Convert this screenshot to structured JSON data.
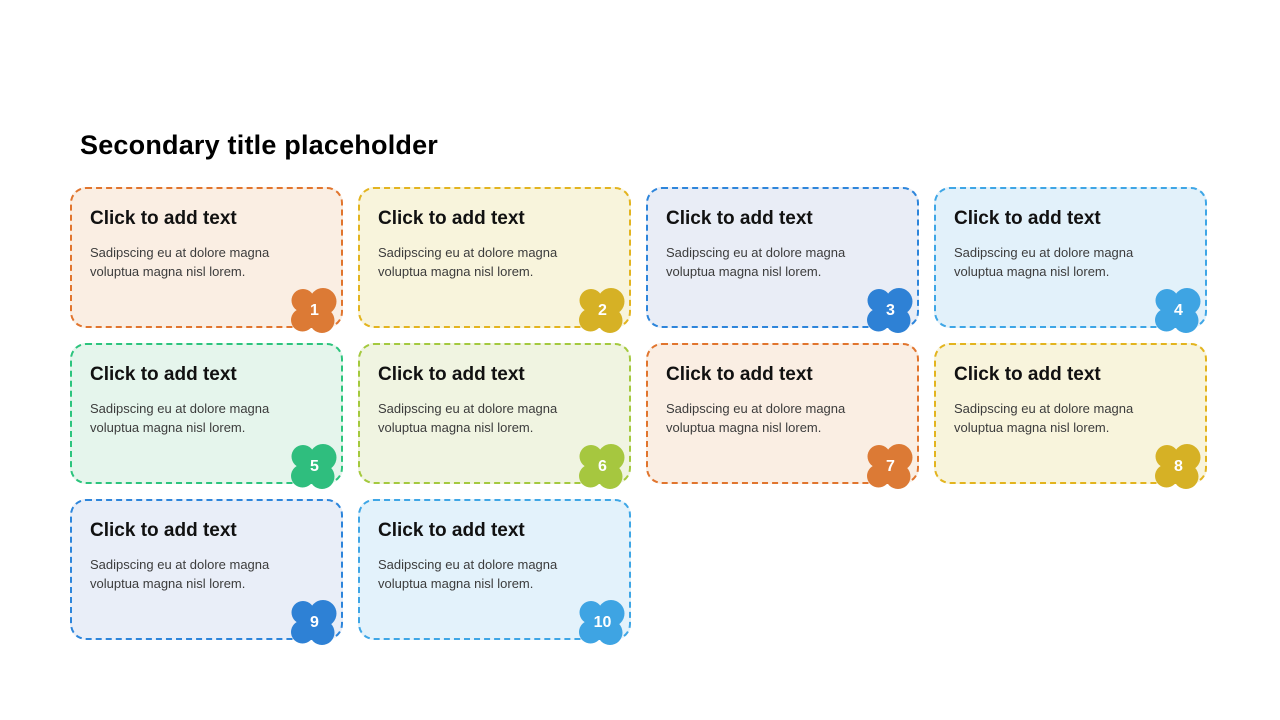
{
  "header": {
    "title": "Secondary title placeholder"
  },
  "cards": [
    {
      "number": "1",
      "heading": "Click to add text",
      "body": "Sadipscing eu at dolore magna voluptua magna nisl lorem.",
      "border_color": "#E1752E",
      "bg_color": "#FAEEE3",
      "badge_color": "#DC7A35"
    },
    {
      "number": "2",
      "heading": "Click to add text",
      "body": "Sadipscing eu at dolore magna voluptua magna nisl lorem.",
      "border_color": "#E3B41F",
      "bg_color": "#F8F4DC",
      "badge_color": "#D6B125"
    },
    {
      "number": "3",
      "heading": "Click to add text",
      "body": "Sadipscing eu at dolore magna voluptua magna nisl lorem.",
      "border_color": "#2D85DB",
      "bg_color": "#E9EDF6",
      "badge_color": "#2E81D5"
    },
    {
      "number": "4",
      "heading": "Click to add text",
      "body": "Sadipscing eu at dolore magna voluptua magna nisl lorem.",
      "border_color": "#3EA6E6",
      "bg_color": "#E2F1FA",
      "badge_color": "#3EA4E3"
    },
    {
      "number": "5",
      "heading": "Click to add text",
      "body": "Sadipscing eu at dolore magna voluptua magna nisl lorem.",
      "border_color": "#2CC47D",
      "bg_color": "#E5F5EC",
      "badge_color": "#2FBE7E"
    },
    {
      "number": "6",
      "heading": "Click to add text",
      "body": "Sadipscing eu at dolore magna voluptua magna nisl lorem.",
      "border_color": "#A4C93E",
      "bg_color": "#F0F4E1",
      "badge_color": "#A6C73F"
    },
    {
      "number": "7",
      "heading": "Click to add text",
      "body": "Sadipscing eu at dolore magna voluptua magna nisl lorem.",
      "border_color": "#E1752E",
      "bg_color": "#FAEEE3",
      "badge_color": "#DC7A35"
    },
    {
      "number": "8",
      "heading": "Click to add text",
      "body": "Sadipscing eu at dolore magna voluptua magna nisl lorem.",
      "border_color": "#E3B41F",
      "bg_color": "#F8F4DC",
      "badge_color": "#D6B125"
    },
    {
      "number": "9",
      "heading": "Click to add text",
      "body": "Sadipscing eu at dolore magna voluptua magna nisl lorem.",
      "border_color": "#2D85DB",
      "bg_color": "#E9EEF8",
      "badge_color": "#2E81D5"
    },
    {
      "number": "10",
      "heading": "Click to add text",
      "body": "Sadipscing eu at dolore magna voluptua magna nisl lorem.",
      "border_color": "#3EA6E6",
      "bg_color": "#E3F2FB",
      "badge_color": "#3EA4E3"
    }
  ]
}
